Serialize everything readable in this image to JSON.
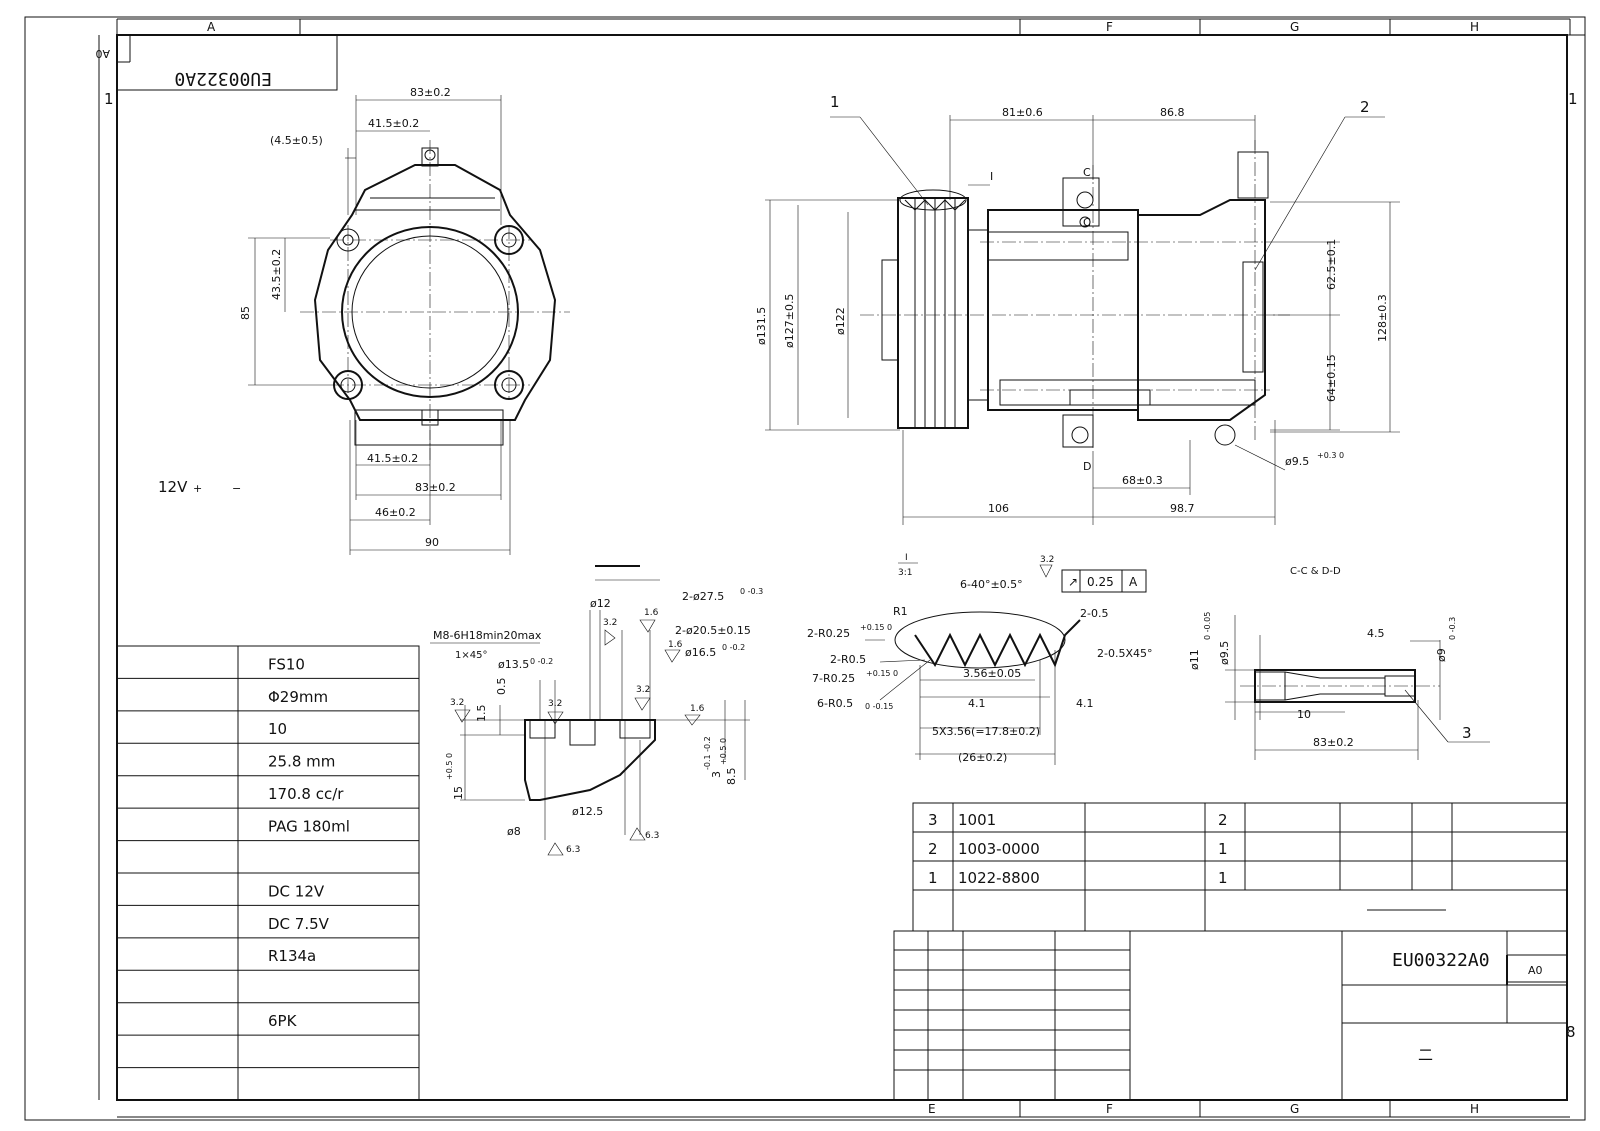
{
  "drawing_number": "EU00322A0",
  "drawing_number_mirrored": "EU00322A0",
  "size_code": "A0",
  "zone_cols_top": [
    "A",
    "F",
    "G",
    "H"
  ],
  "zone_cols_bottom": [
    "E",
    "F",
    "G",
    "H"
  ],
  "zone_row_left": "1",
  "zone_row_right": "1",
  "zone_row_right_bottom": "8",
  "front_view": {
    "dims": {
      "w83_top": "83±0.2",
      "w41_top": "41.5±0.2",
      "offset": "(4.5±0.5)",
      "h85": "85",
      "h43": "43.5±0.2",
      "w41_bot": "41.5±0.2",
      "w83_bot": "83±0.2",
      "w46": "46±0.2",
      "w90": "90"
    },
    "voltage_label": "12V",
    "plus": "+",
    "minus": "−"
  },
  "side_view": {
    "callout_1": "1",
    "callout_2": "2",
    "detail_mark": "I",
    "section_c": "C",
    "section_d": "D",
    "dims": {
      "d81": "81±0.6",
      "d86": "86.8",
      "d131": "ø131.5",
      "d127": "ø127±0.5",
      "d122": "ø122",
      "d62": "62.5±0.1",
      "d64": "64±0.15",
      "d128": "128±0.3",
      "d9_5": "ø9.5",
      "d9_5_tol": "+0.3 0",
      "d68": "68±0.3",
      "d106": "106",
      "d98": "98.7"
    }
  },
  "port_detail": {
    "thread": "M8-6H18min20max",
    "chamfer": "1×45°",
    "d12": "ø12",
    "d27": "2-ø27.5",
    "d27_tol": "0 -0.3",
    "d20": "2-ø20.5±0.15",
    "d16": "ø16.5",
    "d16_tol": "0 -0.2",
    "d13": "ø13.5",
    "d13_tol": "0 -0.2",
    "h1_5": "1.5",
    "h0_5": "0.5",
    "h15": "15",
    "h15_tol": "+0.5 0",
    "h3": "3",
    "h3_tol": "-0.1 -0.2",
    "h8": "8.5",
    "h8_tol": "+0.5 0",
    "d12_5": "ø12.5",
    "d8": "ø8",
    "r16a": "1.6",
    "r16b": "1.6",
    "r16c": "1.6",
    "r32a": "3.2",
    "r32b": "3.2",
    "r32c": "3.2",
    "r32d": "3.2",
    "r63a": "6.3",
    "r63b": "6.3"
  },
  "groove_detail": {
    "title_top": "I",
    "title_scale": "3:1",
    "angle": "6-40°±0.5°",
    "runout": "0.25",
    "datum": "A",
    "r1": "R1",
    "r025a": "2-R0.25",
    "r025a_tol": "+0.15 0",
    "r05": "2-R0.5",
    "r025b": "7-R0.25",
    "r025b_tol": "+0.15 0",
    "r05b": "6-R0.5",
    "r05b_tol": "0 -0.15",
    "chamfer05": "2-0.5",
    "chamfer45": "2-0.5X45°",
    "pitch": "3.56±0.05",
    "w41a": "4.1",
    "w41b": "4.1",
    "span": "5X3.56(=17.8±0.2)",
    "total": "(26±0.2)",
    "rough": "3.2"
  },
  "section_cd": {
    "title": "C-C & D-D",
    "d11": "ø11",
    "d11_tol": "0 -0.05",
    "d9_5": "ø9.5",
    "w4_5": "4.5",
    "d9": "ø9",
    "d9_tol": "0 -0.3",
    "w10": "10",
    "w83": "83±0.2",
    "callout_3": "3"
  },
  "spec_table": {
    "values": [
      "FS10",
      "Φ29mm",
      "10",
      "25.8 mm",
      "170.8 cc/r",
      "PAG 180ml",
      "",
      "DC  12V",
      "DC  7.5V",
      "R134a",
      "",
      "6PK",
      "",
      ""
    ]
  },
  "parts_list": [
    {
      "no": "3",
      "code": "1001",
      "qty": "2"
    },
    {
      "no": "2",
      "code": "1003-0000",
      "qty": "1"
    },
    {
      "no": "1",
      "code": "1022-8800",
      "qty": "1"
    }
  ],
  "title_block": {
    "drawing_number": "EU00322A0",
    "size": "A0",
    "mark": "二"
  }
}
